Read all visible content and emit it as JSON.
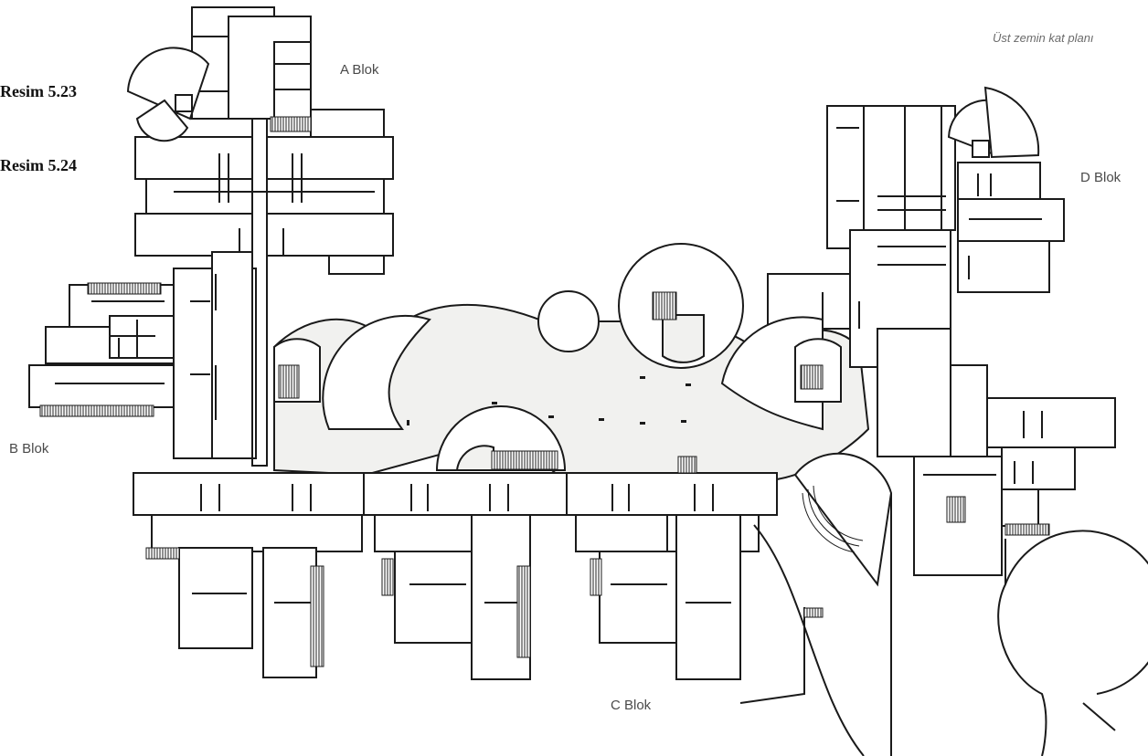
{
  "plan_title": "Üst zemin kat planı",
  "figure_refs": [
    "Resim 5.23",
    "Resim 5.24"
  ],
  "blocks": {
    "a": "A Blok",
    "b": "B Blok",
    "c": "C Blok",
    "d": "D Blok"
  },
  "colors": {
    "ink": "#1a1a1a",
    "paper": "#ffffff",
    "concourse": "#f1f1ef",
    "label": "#4a4a4a"
  }
}
